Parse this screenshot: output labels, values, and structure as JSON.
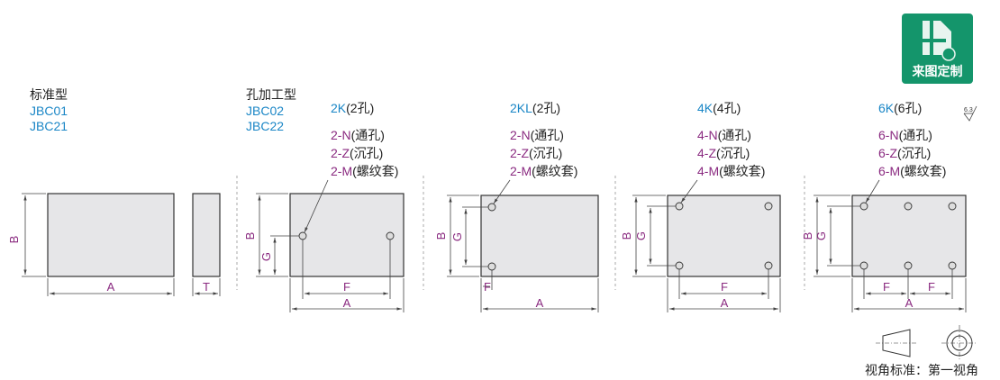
{
  "logo": {
    "text": "来图定制",
    "color": "#14956b"
  },
  "standard": {
    "title": "标准型",
    "codes": [
      "JBC01",
      "JBC21"
    ]
  },
  "hole_type": {
    "title": "孔加工型",
    "codes": [
      "JBC02",
      "JBC22"
    ]
  },
  "variants": [
    {
      "title": "2K",
      "count": "(2孔)",
      "n": "2-N",
      "n_desc": "(通孔)",
      "z": "2-Z",
      "z_desc": "(沉孔)",
      "m": "2-M",
      "m_desc": "(螺纹套)"
    },
    {
      "title": "2KL",
      "count": "(2孔)",
      "n": "2-N",
      "n_desc": "(通孔)",
      "z": "2-Z",
      "z_desc": "(沉孔)",
      "m": "2-M",
      "m_desc": "(螺纹套)"
    },
    {
      "title": "4K",
      "count": "(4孔)",
      "n": "4-N",
      "n_desc": "(通孔)",
      "z": "4-Z",
      "z_desc": "(沉孔)",
      "m": "4-M",
      "m_desc": "(螺纹套)"
    },
    {
      "title": "6K",
      "count": "(6孔)",
      "n": "6-N",
      "n_desc": "(通孔)",
      "z": "6-Z",
      "z_desc": "(沉孔)",
      "m": "6-M",
      "m_desc": "(螺纹套)"
    }
  ],
  "dims": {
    "A": "A",
    "B": "B",
    "T": "T",
    "F": "F",
    "G": "G"
  },
  "roughness": "6.3",
  "projection": "视角标准：第一视角",
  "colors": {
    "blue": "#1a86c6",
    "magenta": "#8a2a80"
  }
}
